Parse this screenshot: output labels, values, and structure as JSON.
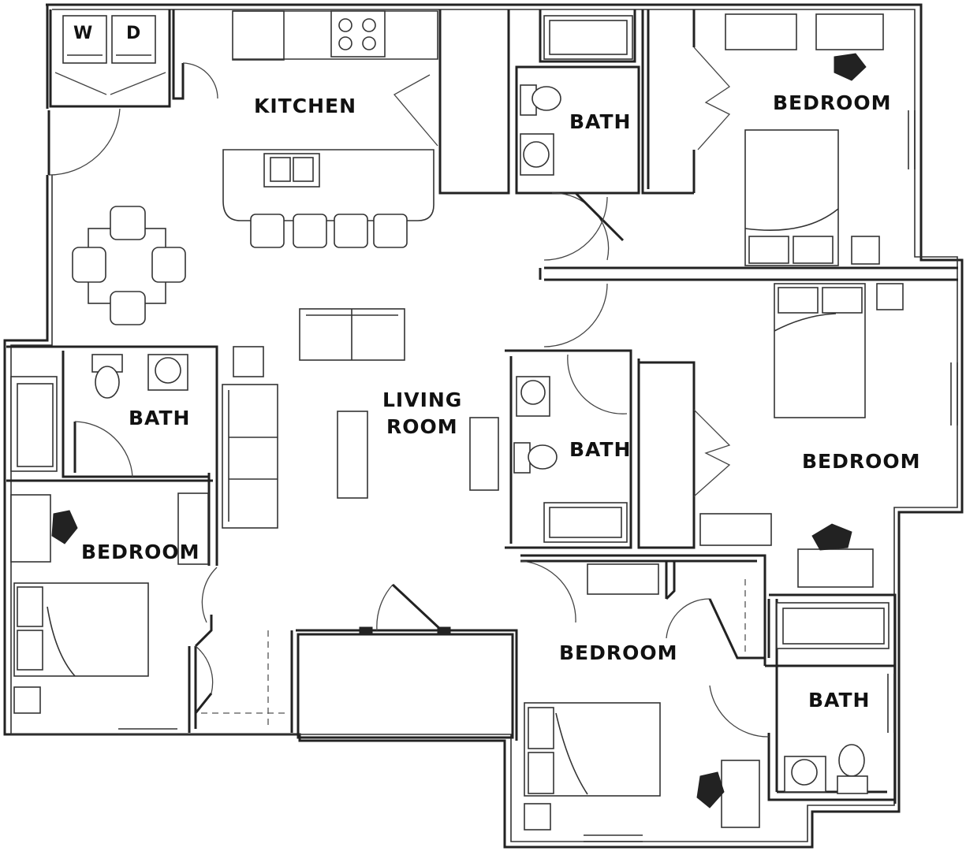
{
  "rooms": {
    "kitchen": "KITCHEN",
    "living_line1": "LIVING",
    "living_line2": "ROOM",
    "bath_top": "BATH",
    "bedroom_top_right": "BEDROOM",
    "bath_left": "BATH",
    "bedroom_left": "BEDROOM",
    "bath_middle": "BATH",
    "bedroom_middle_right": "BEDROOM",
    "bedroom_bottom": "BEDROOM",
    "bath_bottom_right": "BATH"
  },
  "appliances": {
    "washer": "W",
    "dryer": "D"
  }
}
